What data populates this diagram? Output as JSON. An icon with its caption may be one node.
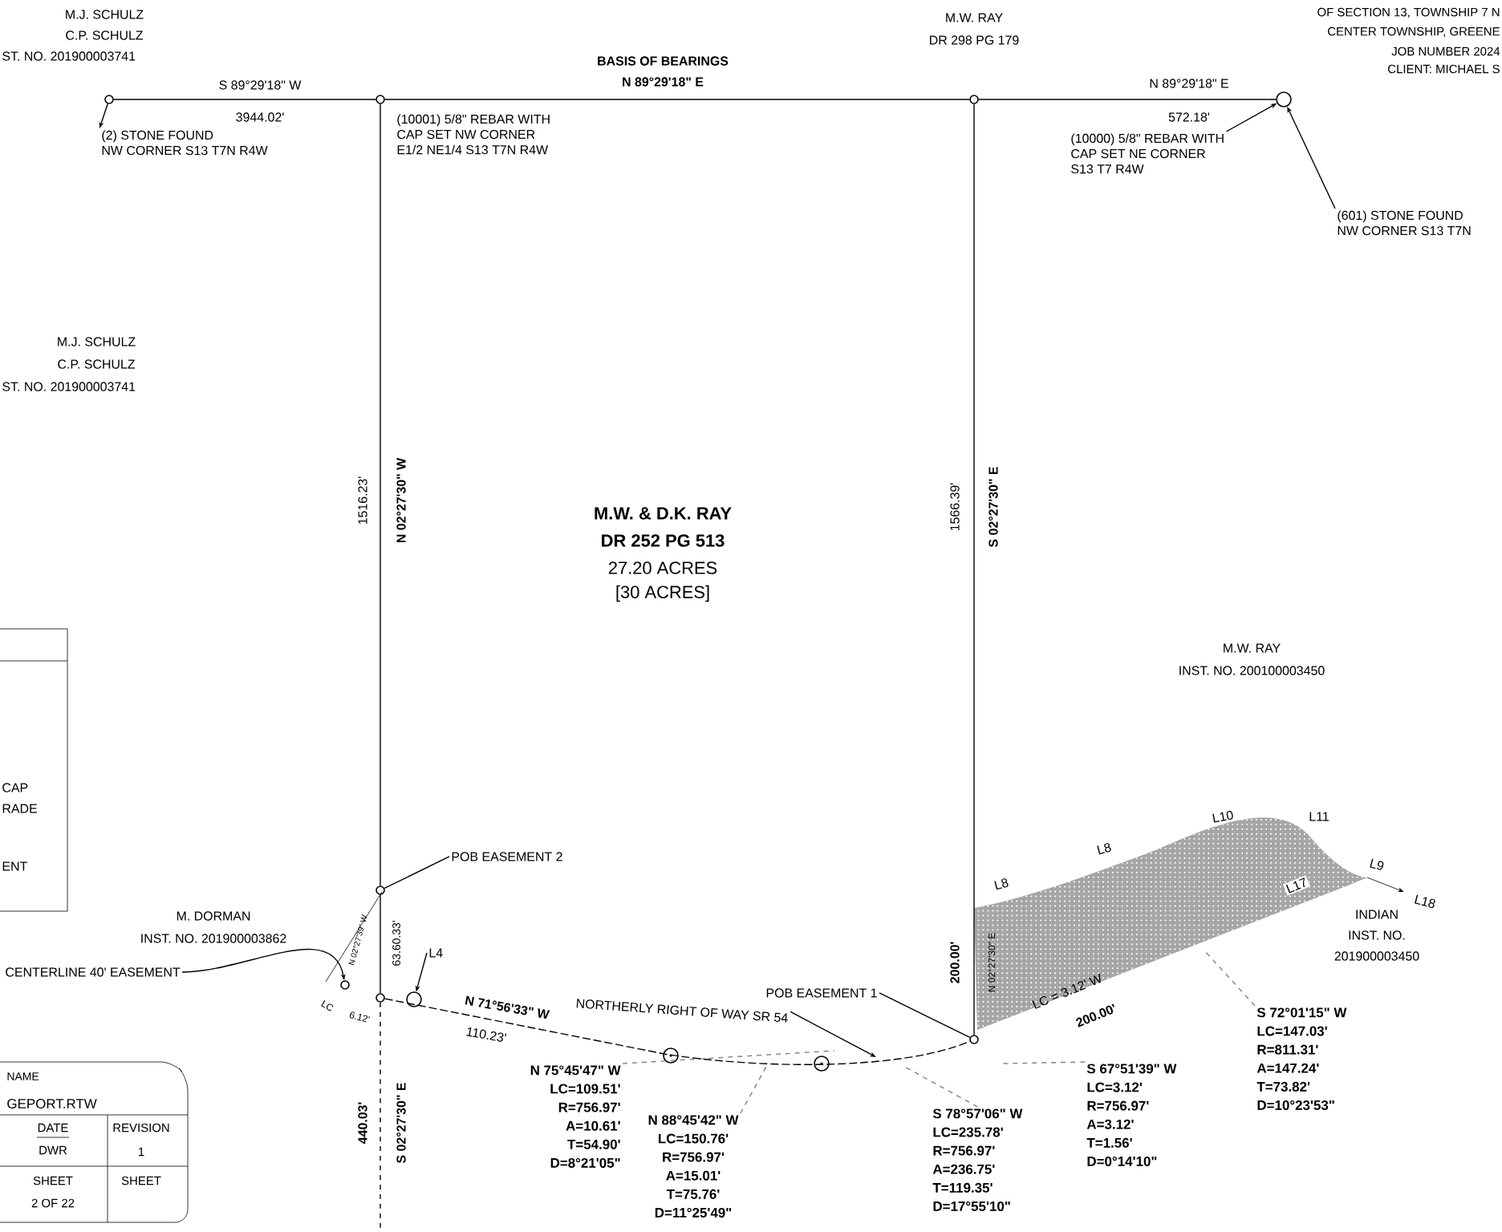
{
  "diagram": {
    "nodes": [
      {
        "text": [],
        "shape": "circle"
      },
      {
        "text": [],
        "shape": "circle"
      },
      {
        "text": [],
        "shape": "circle"
      },
      {
        "text": [],
        "shape": "circle"
      },
      {
        "text": [],
        "shape": "circle"
      },
      {
        "text": [],
        "shape": "circle"
      },
      {
        "text": [],
        "shape": "circle"
      },
      {
        "text": [],
        "shape": "circle"
      },
      {
        "text": [],
        "shape": "circle"
      },
      {
        "text": [
          "(2) STONE FOUND",
          "NW CORNER S13 T7N R4W"
        ]
      },
      {
        "text": [
          "(10001) 5/8\" REBAR WITH",
          "CAP SET NW CORNER",
          "E1/2 NE1/4 S13 T7N R4W"
        ]
      },
      {
        "text": [
          "(10000) 5/8\" REBAR WITH",
          "CAP SET NE CORNER",
          "S13 T7 R4W"
        ]
      },
      {
        "text": [
          "(601) STONE FOUND",
          "NW CORNER S13 T7N"
        ]
      },
      {
        "text": [
          "POB EASEMENT 2"
        ]
      },
      {
        "text": [
          "L4"
        ]
      },
      {
        "text": [
          "CENTERLINE 40' EASEMENT"
        ]
      },
      {
        "text": [
          "POB EASEMENT 1"
        ]
      },
      {
        "text": [
          "NORTHERLY RIGHT OF WAY SR 54"
        ]
      },
      {
        "text": [
          "N 75°45'47\" W",
          "LC=109.51'",
          "R=756.97'",
          "A=10.61'",
          "T=54.90'",
          "D=8°21'05\""
        ]
      },
      {
        "text": [
          "N 88°45'42\" W",
          "LC=150.76'",
          "R=756.97'",
          "A=15.01'",
          "T=75.76'",
          "D=11°25'49\""
        ]
      },
      {
        "text": [
          "S 78°57'06\" W",
          "LC=235.78'",
          "R=756.97'",
          "A=236.75'",
          "T=119.35'",
          "D=17°55'10\""
        ]
      },
      {
        "text": [
          "S 67°51'39\" W",
          "LC=3.12'",
          "R=756.97'",
          "A=3.12'",
          "T=1.56'",
          "D=0°14'10\""
        ]
      },
      {
        "text": [
          "S 72°01'15\" W",
          "LC=147.03'",
          "R=811.31'",
          "A=147.24'",
          "T=73.82'",
          "D=10°23'53\""
        ]
      }
    ],
    "edges": [
      {
        "from": 0,
        "to": 9,
        "arrow": "to"
      },
      {
        "from": 11,
        "to": 3,
        "arrow": "to"
      },
      {
        "from": 12,
        "to": 3,
        "arrow": "to"
      },
      {
        "from": 13,
        "to": 4,
        "arrow": "none"
      },
      {
        "from": 14,
        "to": 7,
        "arrow": "to"
      },
      {
        "from": 15,
        "to": 8,
        "arrow": "to"
      },
      {
        "from": 16,
        "to": 6,
        "arrow": "none"
      },
      {
        "from": 17,
        "to": null,
        "arrow": "to"
      },
      {
        "from": 18,
        "to": null,
        "arrow": "none",
        "style": "dashed",
        "color": "#808080"
      },
      {
        "from": 19,
        "to": null,
        "arrow": "none",
        "style": "dashed",
        "color": "#808080"
      },
      {
        "from": 20,
        "to": null,
        "arrow": "none",
        "style": "dashed",
        "color": "#808080"
      },
      {
        "from": 21,
        "to": null,
        "arrow": "none",
        "style": "dashed",
        "color": "#808080"
      },
      {
        "from": 22,
        "to": null,
        "arrow": "none",
        "style": "dashed",
        "color": "#808080"
      },
      {
        "from": 0,
        "to": 1,
        "arrow": "none"
      },
      {
        "from": 1,
        "to": 2,
        "arrow": "none"
      },
      {
        "from": 2,
        "to": 3,
        "arrow": "none"
      },
      {
        "from": 1,
        "to": 4,
        "arrow": "none"
      },
      {
        "from": 4,
        "to": 5,
        "arrow": "none"
      },
      {
        "from": 2,
        "to": 6,
        "arrow": "none"
      },
      {
        "from": 5,
        "to": null,
        "arrow": "none",
        "style": "dashed"
      },
      {
        "from": 5,
        "to": 6,
        "arrow": "none",
        "style": "dashed"
      }
    ],
    "labels": [
      "M.J. SCHULZ",
      "C.P. SCHULZ",
      "ST. NO. 201900003741",
      "BASIS OF BEARINGS",
      "N 89°29'18\" E",
      "M.W. RAY",
      "DR 298 PG 179",
      "OF SECTION 13, TOWNSHIP 7 N",
      "CENTER TOWNSHIP, GREENE",
      "JOB NUMBER 2024",
      "CLIENT:  MICHAEL S",
      "S 89°29'18\" W",
      "3944.02'",
      "N 89°29'18\" E",
      "572.18'",
      "M.J. SCHULZ",
      "C.P. SCHULZ",
      "ST. NO. 201900003741",
      "1516.23'",
      "N 02°27'30\" W",
      "M.W. & D.K. RAY",
      "DR 252 PG 513",
      "27.20 ACRES",
      "[30 ACRES]",
      "1566.39'",
      "S 02°27'30\" E",
      "M.W. RAY",
      "INST. NO. 200100003450",
      "CAP",
      "RADE",
      "ENT",
      "L10",
      "L11",
      "L8",
      "L8",
      "L9",
      "L17",
      "L18",
      "M. DORMAN",
      "INST. NO. 201900003862",
      "INDIAN",
      "INST. NO.",
      "201900003450",
      "N 02°27'39\" W",
      "63.60.33'",
      "200.00'",
      "N 02°27'30\" E",
      "LC",
      "6.12'",
      "N 71°56'33\" W",
      "110.23'",
      "LC = 3.12' W",
      "200.00'",
      "NAME",
      "GEPORT.RTW",
      "DATE",
      "REVISION",
      "DWR",
      "1",
      "SHEET",
      "SHEET",
      "2 OF 22",
      "440.03'",
      "S 02°27'30\" E"
    ]
  }
}
